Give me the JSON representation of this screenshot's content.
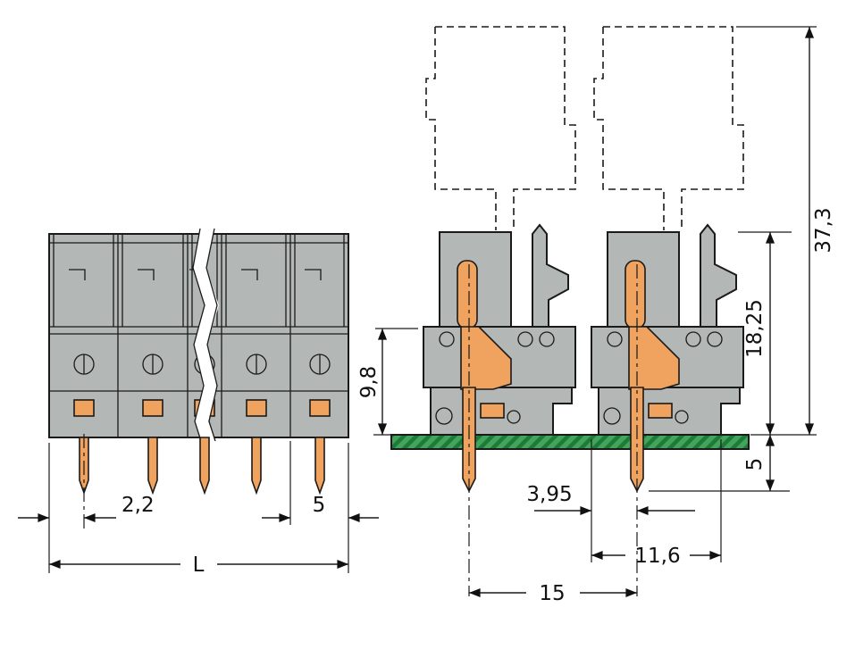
{
  "colors": {
    "body": "#b3b7b5",
    "contact": "#f0a35e",
    "board": "#43a45b",
    "board_hatch": "#1e7a38",
    "line": "#1a1a1a"
  },
  "front_view": {
    "dims": {
      "edge_to_pin": "2,2",
      "pitch": "5",
      "total_length": "L"
    }
  },
  "side_view": {
    "dims": {
      "body_above_board": "9,8",
      "total_height": "37,3",
      "height_above_board": "18,25",
      "pin_below_board": "5",
      "front_to_pin": "3,95",
      "body_depth": "11,6",
      "pole_spacing": "15"
    }
  }
}
